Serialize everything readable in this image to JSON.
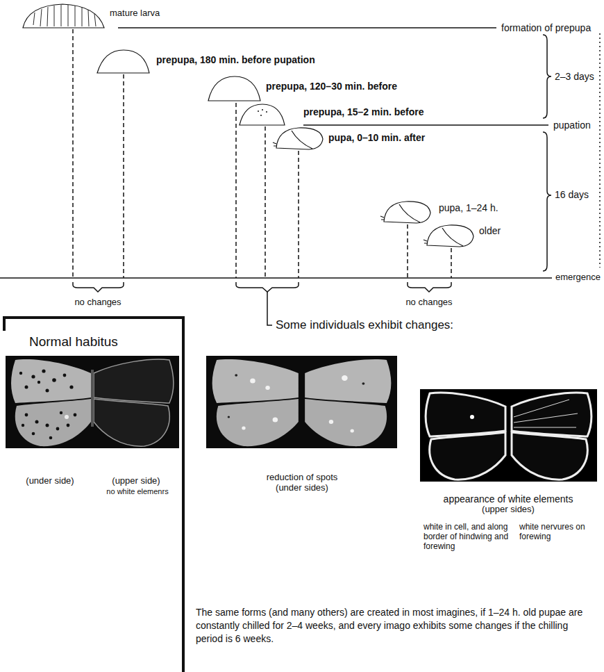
{
  "diagram": {
    "nodes": [
      {
        "text": [
          "Normal habitus",
          "(under side)",
          "(upper side)",
          "no white elemenrs"
        ]
      }
    ],
    "labels": [
      "mature larva",
      "formation of prepupa",
      "prepupa, 180 min. before pupation",
      "2–3 days",
      "prepupa, 120–30 min. before",
      "prepupa, 15–2 min. before",
      "pupation",
      "pupa, 0–10 min. after",
      "pupa, 1–24 h.",
      "16 days",
      "older",
      "emergence",
      "no changes",
      "no changes",
      "Some individuals exhibit changes:",
      "reduction of spots",
      "(under sides)",
      "appearance of white elements",
      "(upper sides)",
      "white in cell, and along border of hindwing and forewing",
      "white nervures on forewing",
      "The same forms (and many others) are created in most imagines, if 1–24 h. old pupae are constantly chilled for 2–4 weeks, and every imago exhibits some changes if the chilling period is 6 weeks."
    ]
  }
}
